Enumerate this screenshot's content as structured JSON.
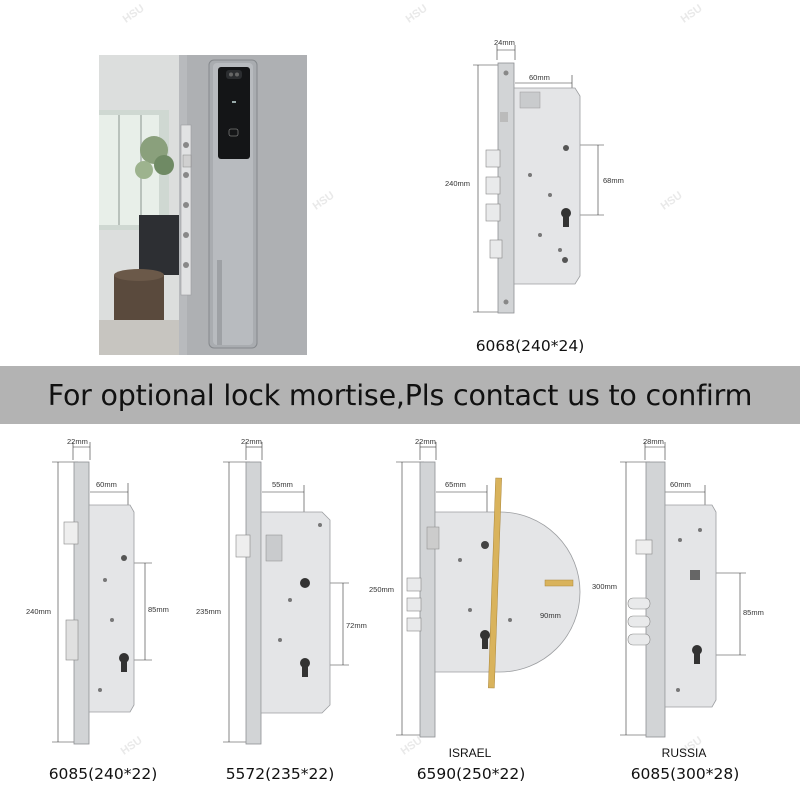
{
  "banner": {
    "text": "For optional lock mortise,Pls contact us to confirm"
  },
  "watermark": "HSU",
  "top_lock": {
    "model": "6068(240*24)",
    "dims": {
      "faceplate_width": "24mm",
      "backset": "60mm",
      "length": "240mm",
      "center": "68mm"
    }
  },
  "locks": [
    {
      "model": "6085(240*22)",
      "region": "",
      "dims": {
        "faceplate_width": "22mm",
        "backset": "60mm",
        "length": "240mm",
        "center": "85mm"
      }
    },
    {
      "model": "5572(235*22)",
      "region": "",
      "dims": {
        "faceplate_width": "22mm",
        "backset": "55mm",
        "length": "235mm",
        "center": "72mm"
      }
    },
    {
      "model": "6590(250*22)",
      "region": "ISRAEL",
      "dims": {
        "faceplate_width": "22mm",
        "backset": "65mm",
        "length": "250mm",
        "center": "90mm"
      }
    },
    {
      "model": "6085(300*28)",
      "region": "RUSSIA",
      "dims": {
        "faceplate_width": "28mm",
        "backset": "60mm",
        "length": "300mm",
        "center": "85mm"
      }
    }
  ],
  "colors": {
    "banner_bg": "#b3b3b3",
    "steel": "#e6e7e9",
    "faceplate": "#cfd1d4",
    "brass": "#d9b35c"
  }
}
